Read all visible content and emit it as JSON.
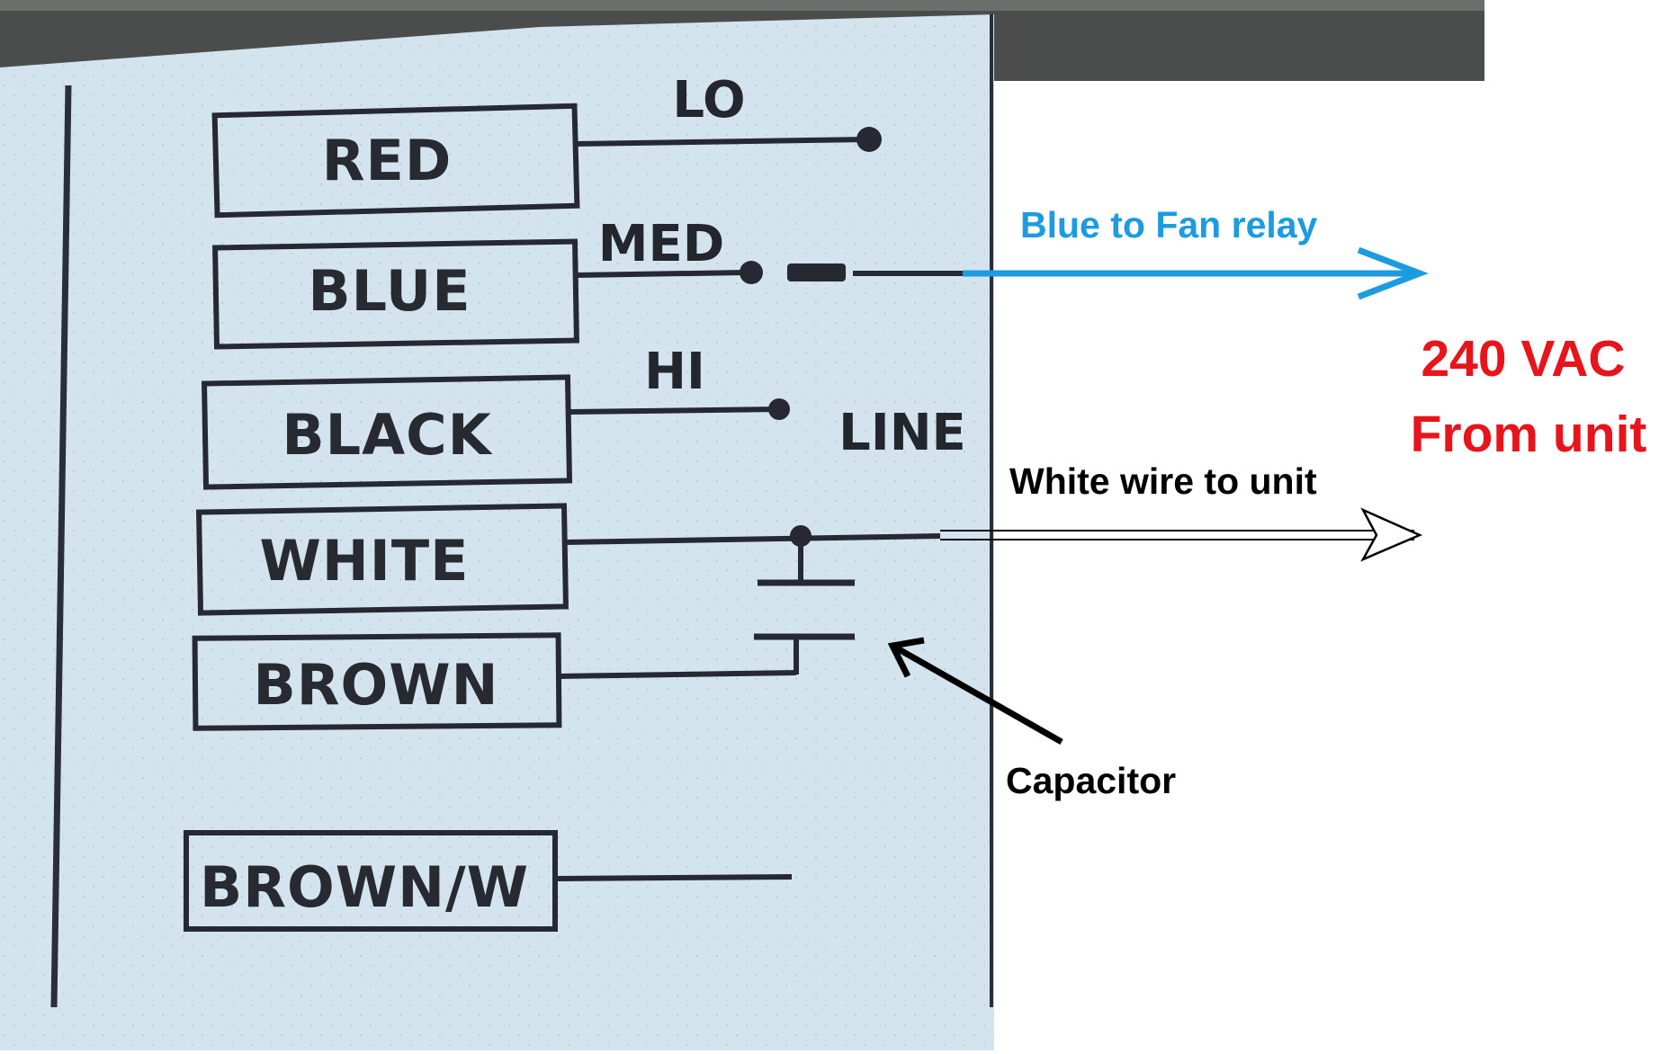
{
  "colors": {
    "panel": "#d4e4ee",
    "ink": "#24272e",
    "annotation_blue": "#1d9be0",
    "annotation_red": "#e8141c",
    "annotation_black": "#000000"
  },
  "terminals": [
    {
      "label": "RED"
    },
    {
      "label": "BLUE"
    },
    {
      "label": "BLACK"
    },
    {
      "label": "WHITE"
    },
    {
      "label": "BROWN"
    },
    {
      "label": "BROWN/W"
    }
  ],
  "speed_labels": {
    "lo": "LO",
    "med": "MED",
    "hi": "HI",
    "line": "LINE"
  },
  "annotations": {
    "blue_to_fan_relay": "Blue to Fan relay",
    "vac": "240 VAC",
    "from_unit": "From unit",
    "white_wire": "White wire to unit",
    "capacitor": "Capacitor"
  }
}
